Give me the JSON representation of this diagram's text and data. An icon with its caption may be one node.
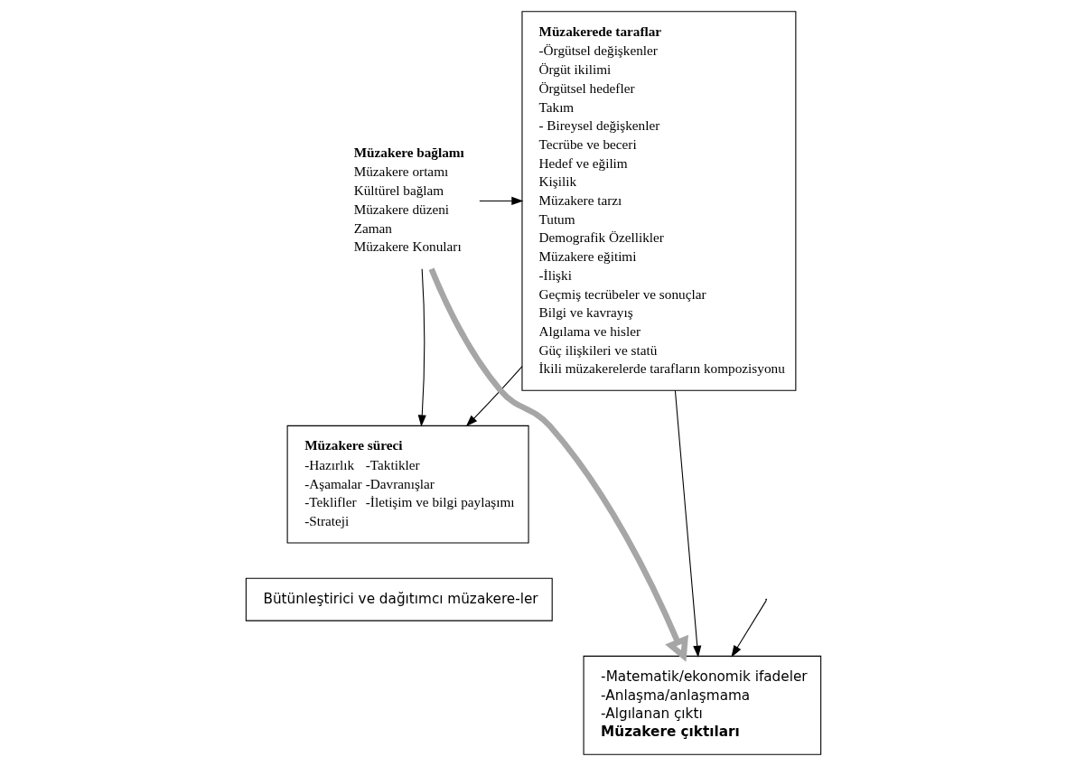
{
  "diagram": {
    "nodes": [
      {
        "text": [
          "Müzakerede taraflar",
          "-Örgütsel değişkenler",
          "Örgüt ikilimi",
          "Örgütsel hedefler",
          "Takım",
          "- Bireysel değişkenler",
          "Tecrübe ve beceri",
          "Hedef ve eğilim",
          "Kişilik",
          "Müzakere tarzı",
          "Tutum",
          "Demografik Özellikler",
          "Müzakere eğitimi",
          "-İlişki",
          "Geçmiş tecrübeler ve sonuçlar",
          "Bilgi ve kavrayış",
          "Algılama ve hisler",
          "Güç ilişkileri ve statü",
          "İkili müzakerelerde tarafların kompozisyonu"
        ]
      },
      {
        "text": [
          "Müzakere bağlamı",
          "Müzakere ortamı",
          "Kültürel bağlam",
          "Müzakere düzeni",
          "Zaman",
          "Müzakere Konuları"
        ]
      },
      {
        "text": [
          "Müzakere süreci",
          "-Hazırlık",
          "-Taktikler",
          "-Aşamalar",
          "-Davranışlar",
          "-Teklifler",
          "-İletişim ve bilgi paylaşımı",
          "-Strateji"
        ]
      },
      {
        "text": [
          "Bütünleştirici ve dağıtımcı müzakere-ler"
        ]
      },
      {
        "text": [
          "-Matematik/ekonomik ifadeler",
          "-Anlaşma/anlaşmama",
          "-Algılanan çıktı",
          "Müzakere çıktıları"
        ]
      }
    ],
    "edges": [
      {
        "from": 1,
        "to": 0,
        "arrow": "to"
      },
      {
        "from": 0,
        "to": 2,
        "arrow": "to"
      },
      {
        "from": 1,
        "to": 2,
        "arrow": "to"
      },
      {
        "from": 0,
        "to": 4,
        "arrow": "to"
      },
      {
        "from": null,
        "to": 4,
        "arrow": "to"
      },
      {
        "from": 1,
        "to": 4,
        "arrow": "to",
        "style": "thick",
        "color": "#a6a6a6"
      }
    ]
  }
}
